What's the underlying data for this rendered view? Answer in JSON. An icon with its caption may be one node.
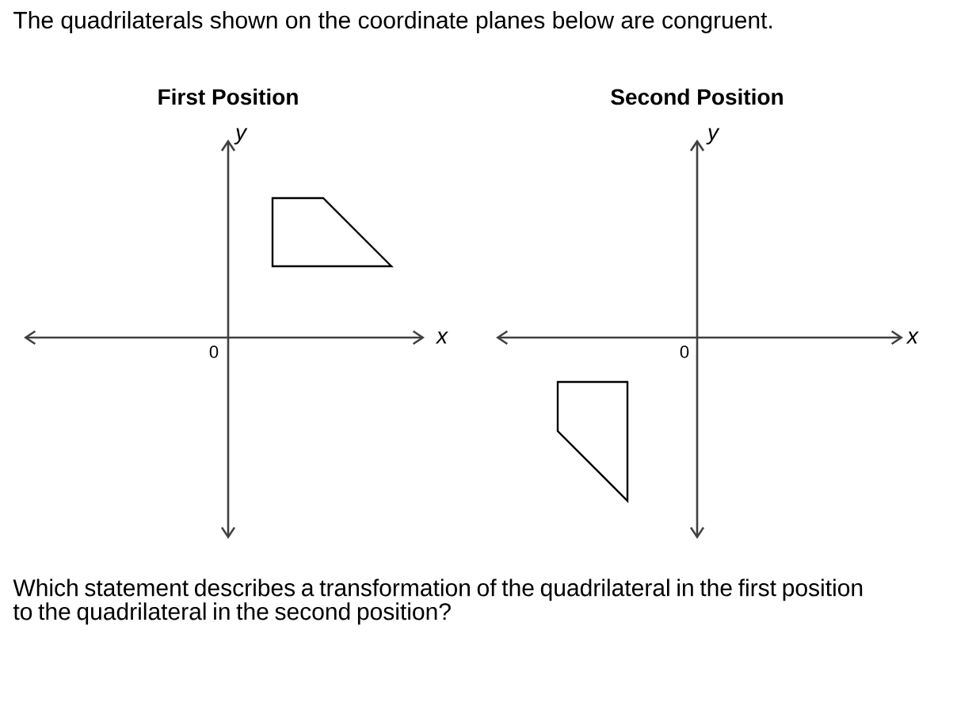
{
  "diagram": {
    "nodes": [
      {
        "text": [],
        "shape": "quadrilateral"
      },
      {
        "text": [],
        "shape": "quadrilateral"
      }
    ],
    "labels": [
      "The quadrilaterals shown on the coordinate planes below are congruent.",
      "First Position",
      "Second Position",
      "y",
      "y",
      "x",
      "x",
      "0",
      "0",
      "Which statement describes a transformation of the quadrilateral in the first position to the quadrilateral in the second position?"
    ]
  }
}
